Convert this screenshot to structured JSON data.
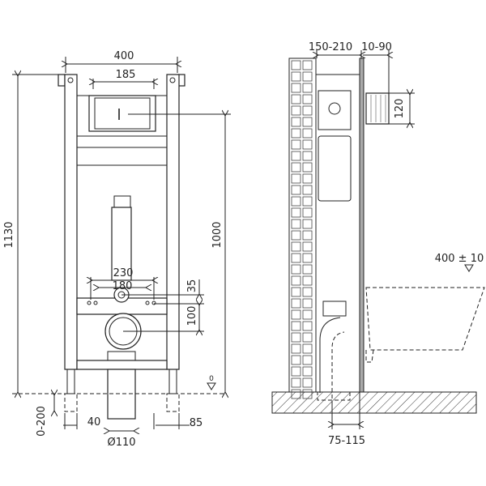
{
  "front_view": {
    "width_frame": "400",
    "width_flush_plate": "185",
    "total_height": "1130",
    "flush_height": "1000",
    "bolt_spacing_outer": "230",
    "bolt_spacing_inner": "180",
    "dim_35": "35",
    "dim_100": "100",
    "leg_adjust": "0-200",
    "leg_offset_left": "40",
    "leg_offset_right": "85",
    "pipe_diameter": "Ø110",
    "floor_level": "0"
  },
  "side_view": {
    "frame_depth": "150-210",
    "panel_offset": "10-90",
    "inlet_height": "120",
    "seat_height": "400 ± 10",
    "drain_offset": "75-115"
  }
}
